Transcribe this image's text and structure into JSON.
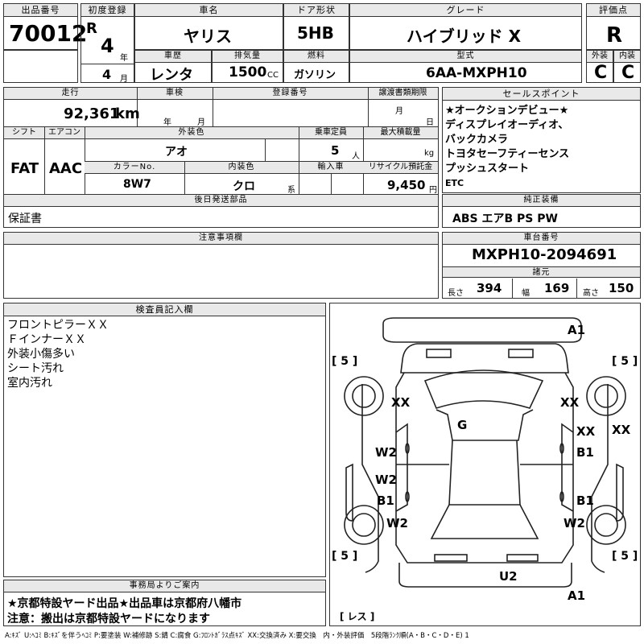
{
  "header": {
    "lot_label": "出品番号",
    "lot_number": "70012",
    "reg_label": "初度登録",
    "era": "R",
    "year": "4",
    "year_unit": "年",
    "month": "4",
    "month_unit": "月",
    "name_label": "車名",
    "car_name": "ヤリス",
    "door_label": "ドア形状",
    "door": "5HB",
    "grade_label": "グレード",
    "grade": "ハイブリッド X",
    "score_label": "評価点",
    "score": "R",
    "history_label": "車歴",
    "history": "レンタ",
    "cc_label": "排気量",
    "cc": "1500",
    "cc_unit": "CC",
    "fuel_label": "燃料",
    "fuel": "ガソリン",
    "model_label": "型式",
    "model": "6AA-MXPH10",
    "ext_label": "外装",
    "ext_grade": "C",
    "int_label": "内装",
    "int_grade": "C"
  },
  "spec": {
    "mileage_label": "走行",
    "mileage": "92,361",
    "mileage_unit": "km",
    "inspection_label": "車検",
    "insp_year_unit": "年",
    "insp_month_unit": "月",
    "regno_label": "登録番号",
    "transfer_label": "譲渡書類期限",
    "transfer_month_unit": "月",
    "transfer_day_unit": "日",
    "shift_label": "シフト",
    "shift": "FAT",
    "ac_label": "エアコン",
    "ac": "AAC",
    "color_label": "外装色",
    "color": "アオ",
    "capacity_label": "乗車定員",
    "capacity": "5",
    "capacity_unit": "人",
    "load_label": "最大積載量",
    "load_unit": "kg",
    "colorno_label": "カラーNo.",
    "colorno": "8W7",
    "intcolor_label": "内装色",
    "intcolor": "クロ",
    "intcolor_unit": "系",
    "import_label": "輸入車",
    "recycle_label": "リサイクル預託金",
    "recycle": "9,450",
    "recycle_unit": "円"
  },
  "later_parts": {
    "label": "後日発送部品",
    "text": "保証書"
  },
  "sales_points": {
    "label": "セールスポイント",
    "items": [
      "★オークションデビュー★",
      "ディスプレイオーディオ、",
      "バックカメラ",
      "トヨタセーフティーセンス",
      "プッシュスタート",
      "ETC"
    ]
  },
  "equipment": {
    "label": "純正装備",
    "text": "ABS エアB PS PW"
  },
  "notes": {
    "label": "注意事項欄"
  },
  "chassis": {
    "label": "車台番号",
    "number": "MXPH10-2094691",
    "dims_label": "諸元",
    "length_label": "長さ",
    "length": "394",
    "width_label": "幅",
    "width": "169",
    "height_label": "高さ",
    "height": "150"
  },
  "inspector": {
    "label": "検査員記入欄",
    "lines": [
      "フロントピラーＸＸ",
      "ＦインナーＸＸ",
      "外装小傷多い",
      "シート汚れ",
      "室内汚れ"
    ]
  },
  "diagram": {
    "tire_labels": [
      "[ 5 ]",
      "[ 5 ]",
      "[ 5 ]",
      "[ 5 ]"
    ],
    "front_note": "A1",
    "rear_note": "A1",
    "rest_label": "[ レス ]",
    "marks": {
      "xx_fl": "XX",
      "xx_fr": "XX",
      "xx_r1": "XX",
      "xx_r2": "XX",
      "g": "G",
      "w2_l1": "W2",
      "b1_r1": "B1",
      "w2_l2": "W2",
      "b1_l": "B1",
      "b1_r2": "B1",
      "w2_lw": "W2",
      "w2_rw": "W2",
      "u2": "U2"
    }
  },
  "office": {
    "label": "事務局よりご案内",
    "lines": [
      "★京都特設ヤード出品★出品車は京都府八幡市",
      "注意：搬出は京都特設ヤードになります"
    ]
  },
  "legend": "A:ｷｽﾞ U:ﾍｺﾐ B:ｷｽﾞを伴うﾍｺﾐ P:要塗装 W:補修跡 S:錆 C:腐食 G:ﾌﾛﾝﾄｶﾞﾗｽ点ｷｽﾞ XX:交換済み X:要交換　内・外装評価　5段階ﾗﾝｸ順(A・B・C・D・E) 1"
}
